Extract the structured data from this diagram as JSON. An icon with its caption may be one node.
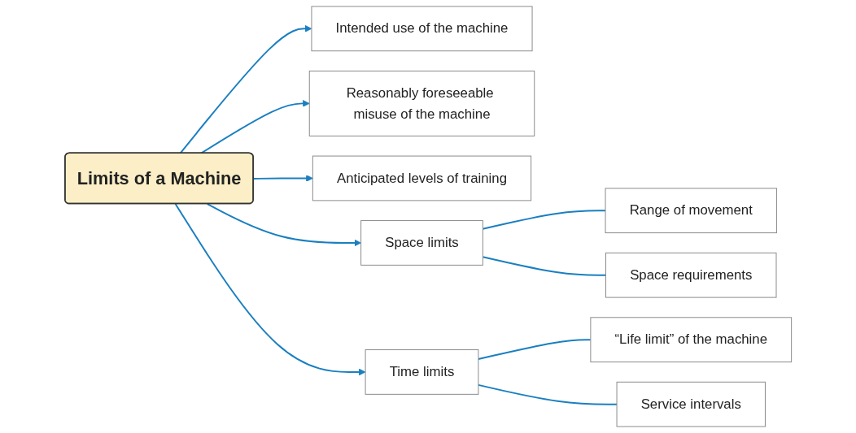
{
  "diagram": {
    "nodes": [
      {
        "text": [
          "Limits of a Machine"
        ]
      },
      {
        "text": [
          "Intended use of the machine"
        ]
      },
      {
        "text": [
          "Reasonably foreseeable misuse of the machine"
        ]
      },
      {
        "text": [
          "Anticipated levels of training"
        ]
      },
      {
        "text": [
          "Space limits"
        ]
      },
      {
        "text": [
          "Range of movement"
        ]
      },
      {
        "text": [
          "Space requirements"
        ]
      },
      {
        "text": [
          "Time limits"
        ]
      },
      {
        "text": [
          "“Life limit” of the machine"
        ]
      },
      {
        "text": [
          "Service intervals"
        ]
      }
    ],
    "edges": [
      {
        "from": 0,
        "to": 1,
        "arrow": "to"
      },
      {
        "from": 0,
        "to": 2,
        "arrow": "to"
      },
      {
        "from": 0,
        "to": 3,
        "arrow": "to"
      },
      {
        "from": 0,
        "to": 4,
        "arrow": "to"
      },
      {
        "from": 0,
        "to": 7,
        "arrow": "to"
      },
      {
        "from": 4,
        "to": 5,
        "arrow": "none"
      },
      {
        "from": 4,
        "to": 6,
        "arrow": "none"
      },
      {
        "from": 7,
        "to": 8,
        "arrow": "none"
      },
      {
        "from": 7,
        "to": 9,
        "arrow": "none"
      }
    ]
  }
}
